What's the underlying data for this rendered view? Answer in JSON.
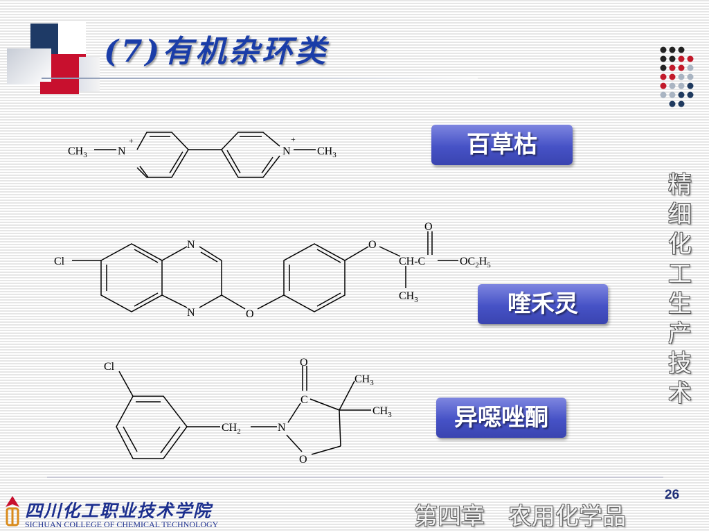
{
  "slide": {
    "title": "(7)有机杂环类",
    "side_title": "精细化工生产技术",
    "page_number": "26",
    "chapter": "第四章　农用化学品",
    "college_name_cn": "四川化工职业技术学院",
    "college_name_en": "SICHUAN COLLEGE OF CHEMICAL TECHNOLOGY"
  },
  "compounds": [
    {
      "name": "百草枯",
      "atoms": {
        "ch3_left": "CH",
        "ch3_left_sub": "3",
        "n_left": "N",
        "plus_left": "+",
        "n_right": "N",
        "plus_right": "+",
        "ch3_right": "CH",
        "ch3_right_sub": "3"
      }
    },
    {
      "name": "喹禾灵",
      "atoms": {
        "cl": "Cl",
        "n_top": "N",
        "n_bottom": "N",
        "o_ring": "O",
        "o_ether": "O",
        "ch_c": "CH-C",
        "o_carbonyl": "O",
        "oc2h5_a": "OC",
        "oc2h5_sub1": "2",
        "oc2h5_b": "H",
        "oc2h5_sub2": "5",
        "ch3": "CH",
        "ch3_sub": "3"
      }
    },
    {
      "name": "异噁唑酮",
      "atoms": {
        "cl": "Cl",
        "o_carbonyl": "O",
        "c": "C",
        "ch3_a": "CH",
        "ch3_a_sub": "3",
        "ch3_b": "CH",
        "ch3_b_sub": "3",
        "ch2": "CH",
        "ch2_sub": "2",
        "n": "N",
        "o_ring": "O"
      }
    }
  ],
  "colors": {
    "title": "#1a3da8",
    "label_box": "#4652c6",
    "dark_blue": "#1c2f8e",
    "red": "#c8102e",
    "dot_dark": "#222222",
    "dot_red": "#c21a2a",
    "dot_gray": "#a9b4c2",
    "dot_navy": "#1f3a5f"
  }
}
